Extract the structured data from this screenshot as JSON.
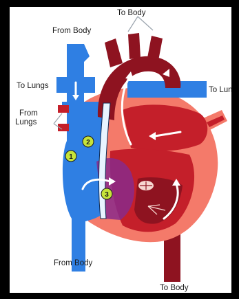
{
  "labels": {
    "to_body_top": "To Body",
    "from_body_top": "From Body",
    "to_lungs_left": "To Lungs",
    "to_lungs_right": "To Lun",
    "from_lungs_line1": "From",
    "from_lungs_line2": "Lungs",
    "from_body_bottom": "From Body",
    "to_body_bottom": "To Body"
  },
  "markers": [
    {
      "id": "1"
    },
    {
      "id": "2"
    },
    {
      "id": "3"
    }
  ],
  "colors": {
    "deoxygenated_blue": "#2f7fe3",
    "oxygenated_red": "#c41f2a",
    "dark_red": "#8e1320",
    "heart_wall_pink": "#f47a6a",
    "marker_fill": "#c6e33a",
    "septum_light": "#e8f4ff"
  }
}
